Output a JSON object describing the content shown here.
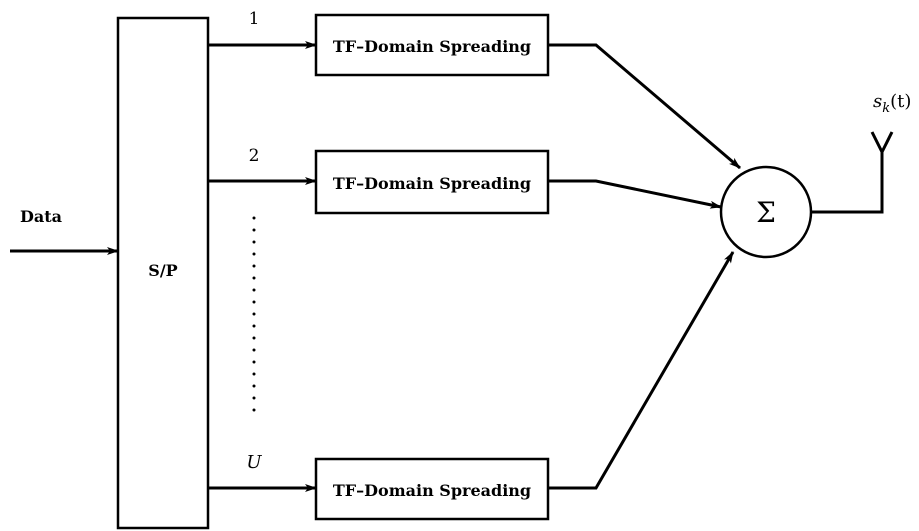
{
  "input": {
    "label": "Data"
  },
  "converter": {
    "label": "S/P"
  },
  "branches": [
    {
      "index_label": "1",
      "block_label": "TF–Domain Spreading"
    },
    {
      "index_label": "2",
      "block_label": "TF–Domain Spreading"
    },
    {
      "index_label": "U",
      "block_label": "TF–Domain Spreading"
    }
  ],
  "combiner": {
    "symbol": "Σ"
  },
  "output": {
    "signal_label": "s",
    "signal_sub": "k",
    "signal_arg": "(t)"
  }
}
